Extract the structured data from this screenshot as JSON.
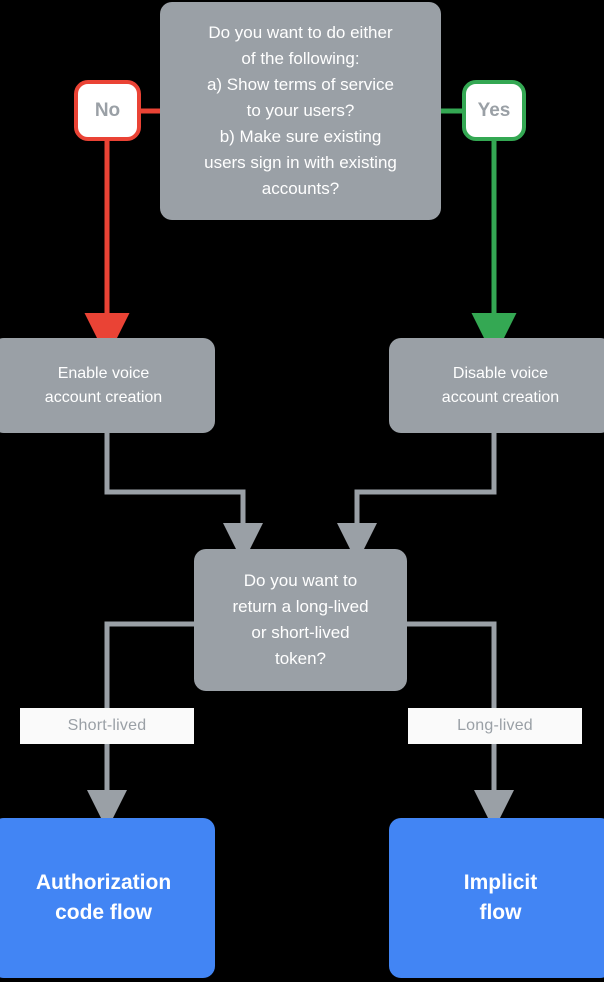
{
  "diagram": {
    "title": "Voice account linking flow decision chart",
    "background_color": "#000000",
    "colors": {
      "gray_node": "#9aa0a6",
      "blue_node": "#4285f4",
      "no_accent": "#ea4335",
      "yes_accent": "#34a853",
      "connector_gray": "#9aa0a6",
      "node_text": "#ffffff",
      "label_text": "#9aa0a6",
      "label_background": "#fafafa"
    },
    "nodes": {
      "decision_1": {
        "id": "decision-1",
        "shape": "rounded-rect",
        "fill": "#9aa0a6",
        "lines": [
          "Do you want to do either",
          "of the following:",
          "a) Show terms of service",
          "to your users?",
          "b) Make sure existing",
          "users sign in with existing",
          "accounts?"
        ],
        "text": "Do you want to do either of the following: a) Show terms of service to your users? b) Make sure existing users sign in with existing accounts?"
      },
      "enable_box": {
        "id": "enable-box",
        "shape": "rounded-rect",
        "fill": "#9aa0a6",
        "lines": [
          "Enable voice",
          "account creation"
        ],
        "text": "Enable voice account creation"
      },
      "disable_box": {
        "id": "disable-box",
        "shape": "rounded-rect",
        "fill": "#9aa0a6",
        "lines": [
          "Disable voice",
          "account creation"
        ],
        "text": "Disable voice account creation"
      },
      "decision_2": {
        "id": "decision-2",
        "shape": "rounded-rect",
        "fill": "#9aa0a6",
        "lines": [
          "Do you want to",
          "return a long-lived",
          "or short-lived",
          "token?"
        ],
        "text": "Do you want to return a long-lived or short-lived token?"
      },
      "auth_box": {
        "id": "auth-box",
        "shape": "rounded-rect",
        "fill": "#4285f4",
        "lines": [
          "Authorization",
          "code flow"
        ],
        "text": "Authorization code flow"
      },
      "implicit_box": {
        "id": "implicit-box",
        "shape": "rounded-rect",
        "fill": "#4285f4",
        "lines": [
          "Implicit",
          "flow"
        ],
        "text": "Implicit flow"
      }
    },
    "badges": {
      "no": {
        "label": "No",
        "border_color": "#ea4335",
        "text_color": "#9aa0a6"
      },
      "yes": {
        "label": "Yes",
        "border_color": "#34a853",
        "text_color": "#9aa0a6"
      }
    },
    "edge_labels": {
      "short_lived": "Short-lived",
      "long_lived": "Long-lived"
    },
    "edges": [
      {
        "from": "decision_1",
        "to": "badge_no",
        "color": "#ea4335",
        "label": "No"
      },
      {
        "from": "badge_no",
        "to": "enable_box",
        "color": "#ea4335",
        "arrow": true
      },
      {
        "from": "decision_1",
        "to": "badge_yes",
        "color": "#34a853",
        "label": "Yes"
      },
      {
        "from": "badge_yes",
        "to": "disable_box",
        "color": "#34a853",
        "arrow": true
      },
      {
        "from": "enable_box",
        "to": "decision_2",
        "color": "#9aa0a6",
        "arrow": true
      },
      {
        "from": "disable_box",
        "to": "decision_2",
        "color": "#9aa0a6",
        "arrow": true
      },
      {
        "from": "decision_2",
        "to": "auth_box",
        "color": "#9aa0a6",
        "arrow": true,
        "label": "Short-lived"
      },
      {
        "from": "decision_2",
        "to": "implicit_box",
        "color": "#9aa0a6",
        "arrow": true,
        "label": "Long-lived"
      }
    ]
  }
}
